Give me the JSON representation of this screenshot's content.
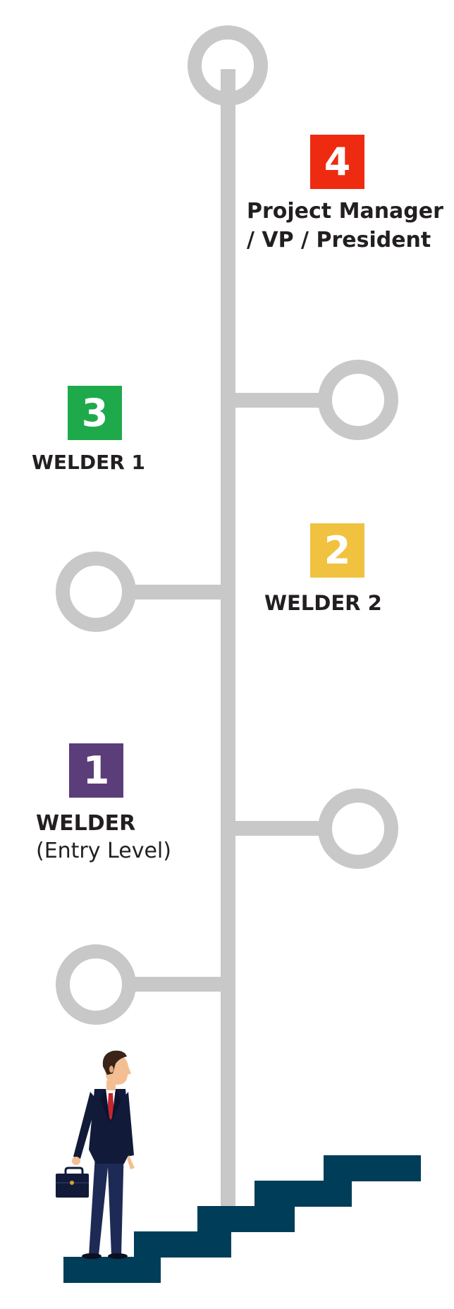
{
  "steps": [
    {
      "number": "1",
      "title": "WELDER",
      "subtitle": "(Entry Level)"
    },
    {
      "number": "2",
      "title": "WELDER 2"
    },
    {
      "number": "3",
      "title": "WELDER 1"
    },
    {
      "number": "4",
      "title_line1": "Project Manager",
      "title_line2": "/ VP / President"
    }
  ],
  "colors": {
    "track": "#c8c8c9",
    "step1_badge": "#5b3d7a",
    "step2_badge": "#f0c23f",
    "step3_badge": "#1eaa4b",
    "step4_badge": "#ee2b10",
    "stairs": "#003d58",
    "text": "#231f20",
    "suit": "#111b39",
    "trousers": "#1d2a55",
    "skin": "#f3bf92",
    "hair": "#3a2418",
    "tie": "#c4262e"
  },
  "icons": [
    "businessman-icon",
    "briefcase-icon",
    "staircase-icon"
  ]
}
